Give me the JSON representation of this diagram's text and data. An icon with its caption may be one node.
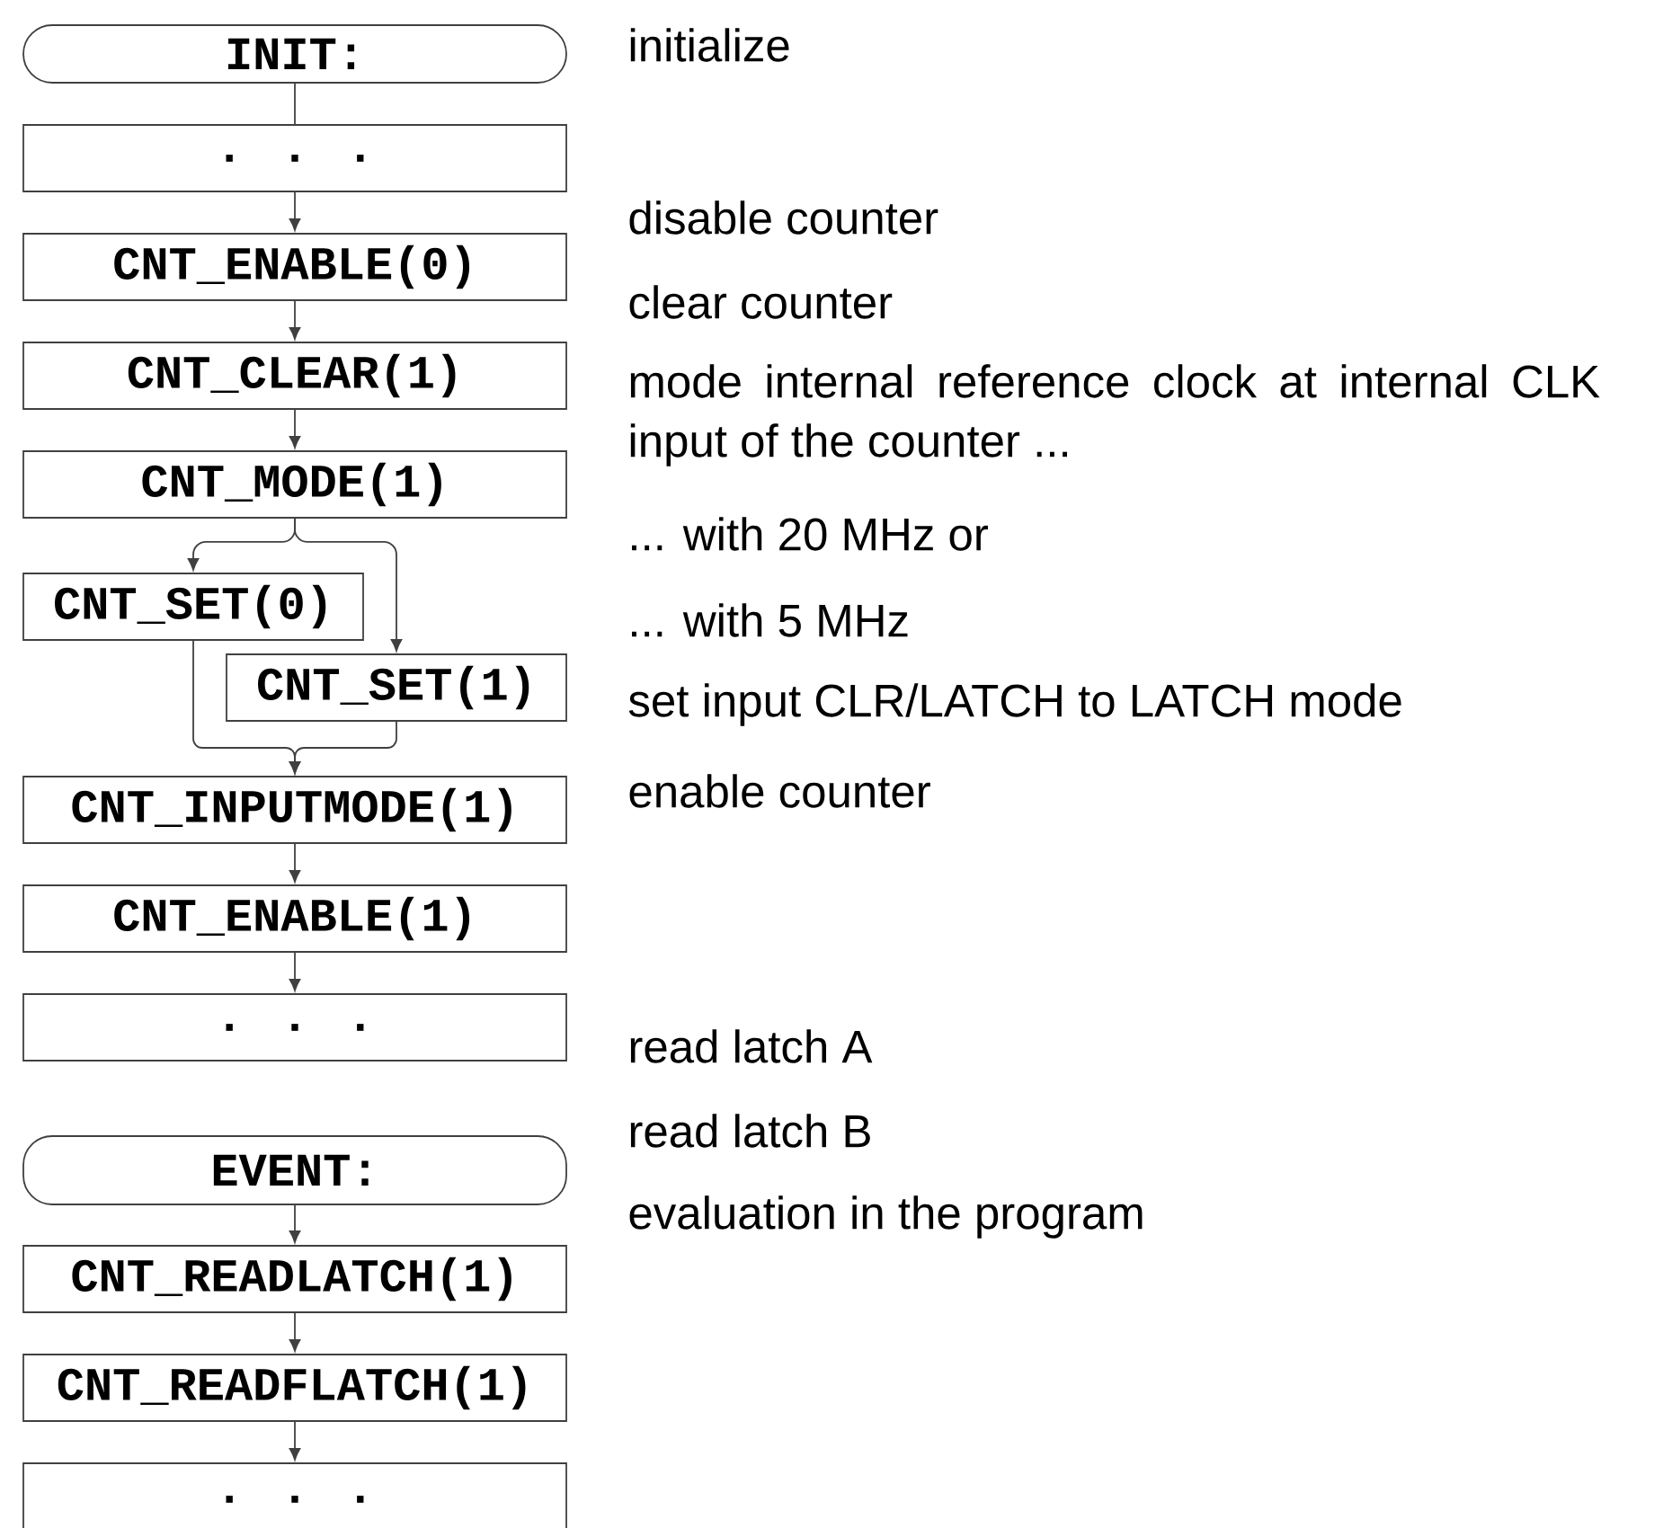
{
  "diagram": {
    "nodes": [
      {
        "text": [
          "INIT:"
        ]
      },
      {
        "text": [
          ". . ."
        ]
      },
      {
        "text": [
          "CNT_ENABLE(0)"
        ]
      },
      {
        "text": [
          "CNT_CLEAR(1)"
        ]
      },
      {
        "text": [
          "CNT_MODE(1)"
        ]
      },
      {
        "text": [
          "CNT_SET(0)"
        ]
      },
      {
        "text": [
          "CNT_SET(1)"
        ]
      },
      {
        "text": [
          "CNT_INPUTMODE(1)"
        ]
      },
      {
        "text": [
          "CNT_ENABLE(1)"
        ]
      },
      {
        "text": [
          ". . ."
        ]
      },
      {
        "text": [
          "EVENT:"
        ]
      },
      {
        "text": [
          "CNT_READLATCH(1)"
        ]
      },
      {
        "text": [
          "CNT_READFLATCH(1)"
        ]
      },
      {
        "text": [
          ". . ."
        ]
      }
    ],
    "edges": [
      {
        "from": 0,
        "to": 1,
        "arrow": "none"
      },
      {
        "from": 1,
        "to": 2,
        "arrow": "to"
      },
      {
        "from": 2,
        "to": 3,
        "arrow": "to"
      },
      {
        "from": 3,
        "to": 4,
        "arrow": "to"
      },
      {
        "from": 4,
        "to": 5,
        "arrow": "to"
      },
      {
        "from": 4,
        "to": 6,
        "arrow": "to"
      },
      {
        "from": 5,
        "to": 7,
        "arrow": "to"
      },
      {
        "from": 6,
        "to": 7,
        "arrow": "to"
      },
      {
        "from": 7,
        "to": 8,
        "arrow": "to"
      },
      {
        "from": 8,
        "to": 9,
        "arrow": "to"
      },
      {
        "from": 10,
        "to": 11,
        "arrow": "to"
      },
      {
        "from": 11,
        "to": 12,
        "arrow": "to"
      },
      {
        "from": 12,
        "to": 13,
        "arrow": "to"
      }
    ],
    "labels": [
      "initialize",
      "disable counter",
      "clear counter",
      "mode internal reference clock at internal CLK input of the counter ...",
      "... with 20 MHz or",
      "... with 5 MHz",
      "set input CLR/LATCH to LATCH mode",
      "enable counter",
      "read latch A",
      "read latch B",
      "evaluation in the program"
    ]
  }
}
